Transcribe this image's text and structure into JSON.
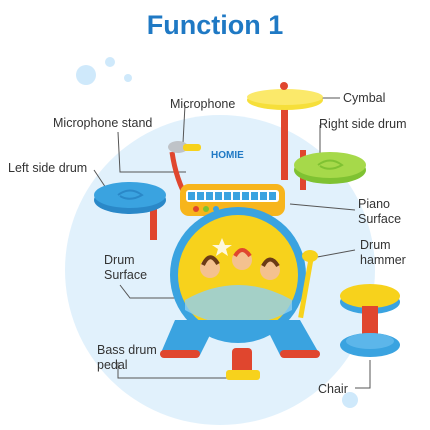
{
  "page": {
    "title": "Function 1",
    "brand": "HOMIE"
  },
  "labels": {
    "microphone": "Microphone",
    "cymbal": "Cymbal",
    "microphone_stand": "Microphone stand",
    "right_side_drum": "Right side drum",
    "left_side_drum": "Left side drum",
    "piano_surface_line1": "Piano",
    "piano_surface_line2": "Surface",
    "drum_hammer_line1": "Drum",
    "drum_hammer_line2": "hammer",
    "drum_surface_line1": "Drum",
    "drum_surface_line2": "Surface",
    "bass_drum_pedal_line1": "Bass drum",
    "bass_drum_pedal_line2": "pedal",
    "chair": "Chair"
  },
  "colors": {
    "title": "#1f79c4",
    "leader_line": "#555555",
    "drum_blue": "#3aa3e0",
    "drum_yellow": "#f7d21c",
    "cymbal_yellow": "#f6df3a",
    "side_drum_green": "#a6d94a",
    "stand_red": "#e0462e",
    "backdrop_blue": "#d9eefb"
  },
  "icons": {
    "drum_set": "toy-drum-set-illustration",
    "chair": "toy-stool-illustration"
  }
}
